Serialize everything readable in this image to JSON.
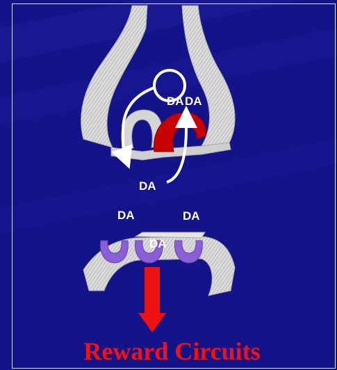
{
  "labels": {
    "da_vesicle_a": "DA",
    "da_vesicle_b": "DA",
    "da_released": "DA",
    "da_cleft_left": "DA",
    "da_cleft_right": "DA",
    "da_receptor": "DA"
  },
  "caption": "Reward Circuits",
  "colors": {
    "background": "#13138a",
    "membrane": "#d9d9d9",
    "transporter": "#cc0000",
    "receptor": "#8a5fd6",
    "arrow_path": "#ffffff",
    "reward_arrow": "#ee1111",
    "caption": "#ff0d0d"
  }
}
